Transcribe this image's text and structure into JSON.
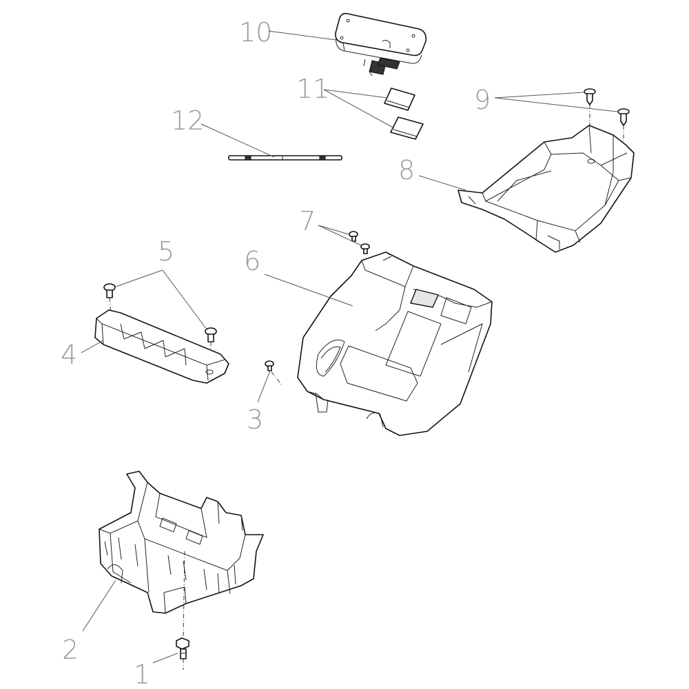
{
  "callouts": {
    "c1": "1",
    "c2": "2",
    "c3": "3",
    "c4": "4",
    "c5": "5",
    "c6": "6",
    "c7": "7",
    "c8": "8",
    "c9": "9",
    "c10": "10",
    "c11": "11",
    "c12": "12"
  },
  "colors": {
    "line": "#111111",
    "callout": "#9a9a9a",
    "background": "#ffffff"
  }
}
